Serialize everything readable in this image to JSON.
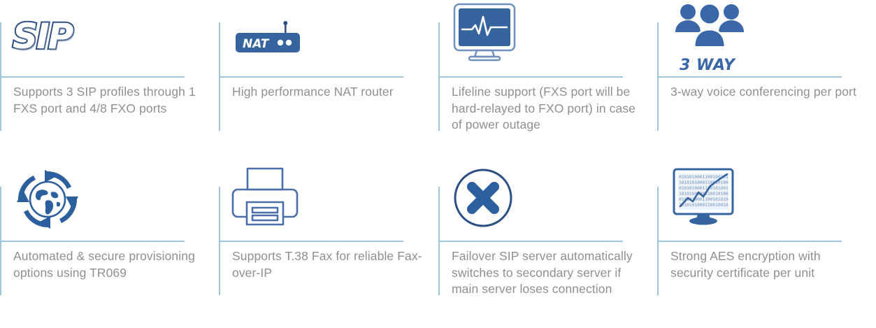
{
  "theme": {
    "rule_color": "#9dc6dd",
    "caption_color": "#8d9092",
    "icon_blue_dark": "#2c4f84",
    "icon_blue": "#3a67a8",
    "icon_blue_mid": "#4a7ab5",
    "icon_outline": "#4a6ea8",
    "background": "#ffffff"
  },
  "grid": {
    "columns": 4,
    "rows": 2
  },
  "features": [
    {
      "id": "sip-profiles",
      "icon_name": "sip-logo-icon",
      "icon_text": "SIP",
      "caption": "Supports 3 SIP profiles through 1 FXS port and 4/8 FXO ports"
    },
    {
      "id": "nat-router",
      "icon_name": "nat-router-icon",
      "icon_text": "NAT",
      "caption": "High performance NAT router"
    },
    {
      "id": "lifeline-support",
      "icon_name": "monitor-pulse-icon",
      "icon_text": "",
      "caption": "Lifeline support (FXS port will be hard-relayed to FXO port) in case of power outage"
    },
    {
      "id": "three-way-conferencing",
      "icon_name": "three-people-icon",
      "icon_text": "3 WAY",
      "caption": "3-way voice conferencing per port"
    },
    {
      "id": "auto-provisioning",
      "icon_name": "globe-refresh-icon",
      "icon_text": "",
      "caption": "Automated & secure provisioning options using TR069"
    },
    {
      "id": "t38-fax",
      "icon_name": "printer-fax-icon",
      "icon_text": "",
      "caption": "Supports T.38 Fax for reliable Fax-over-IP"
    },
    {
      "id": "failover-sip",
      "icon_name": "circle-x-icon",
      "icon_text": "",
      "caption": "Failover SIP server automatically switches to secondary server if main server loses connection"
    },
    {
      "id": "aes-encryption",
      "icon_name": "monitor-binary-chart-icon",
      "icon_text": "",
      "caption": "Strong AES encryption with security certificate per unit"
    }
  ]
}
